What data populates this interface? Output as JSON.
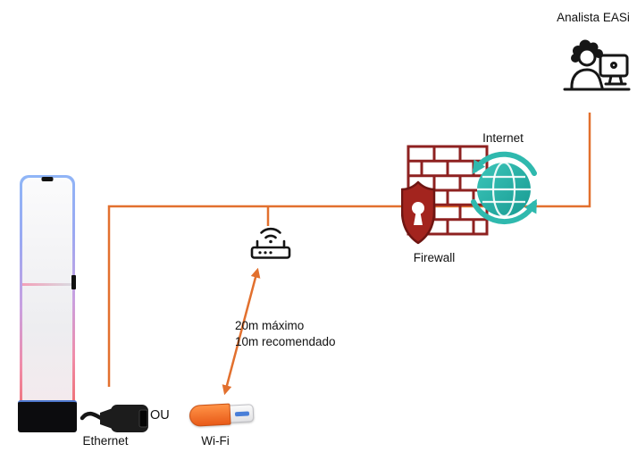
{
  "diagram": {
    "analyst_label": "Analista EASi",
    "internet_label": "Internet",
    "firewall_label": "Firewall",
    "ethernet_label": "Ethernet",
    "or_label": "OU",
    "wifi_label": "Wi-Fi",
    "distance_note_line1": "20m máximo",
    "distance_note_line2": "10m recomendado"
  },
  "icons": {
    "antenna": "eas-antenna",
    "ethernet_adapter": "ethernet-adapter-icon",
    "wifi_dongle": "wifi-usb-dongle-icon",
    "router": "wifi-router-icon",
    "firewall": "firewall-icon",
    "globe": "internet-globe-icon",
    "analyst": "analyst-at-computer-icon"
  },
  "colors": {
    "connector_orange": "#E2702E",
    "firewall_red": "#8E2120",
    "firewall_fill": "#A3241E",
    "globe_teal_light": "#3CC6BA",
    "globe_teal_dark": "#189A92",
    "line_art_black": "#161616"
  }
}
